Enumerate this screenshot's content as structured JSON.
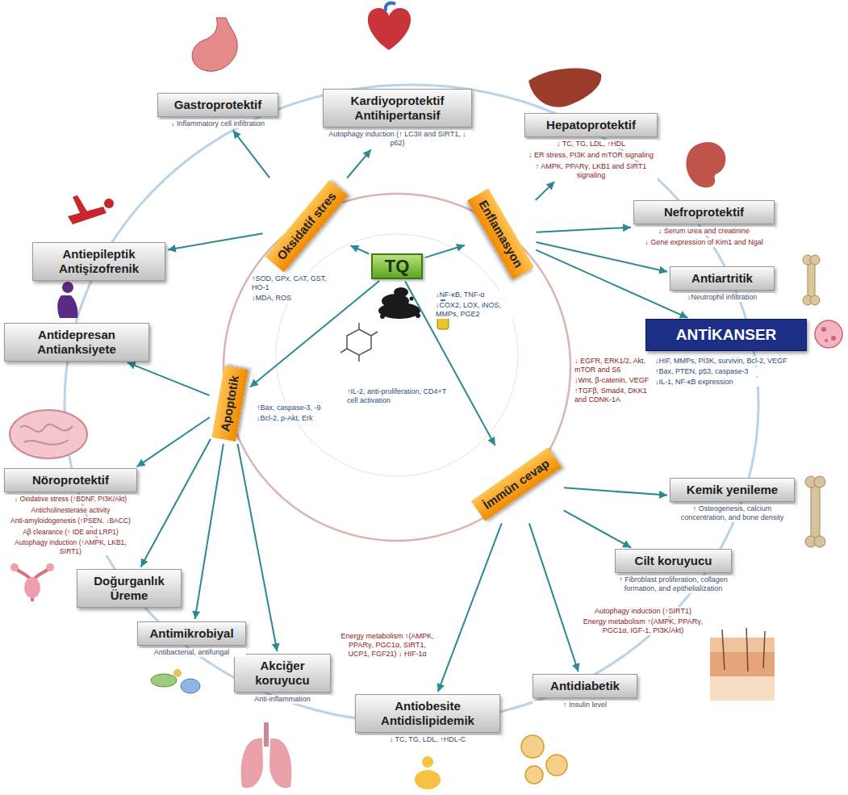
{
  "diagram": {
    "nodes": [
      {
        "text": [
          "TQ"
        ]
      },
      {
        "text": [
          "Oksidatif stres"
        ]
      },
      {
        "text": [
          "Enflamasyon"
        ]
      },
      {
        "text": [
          "Apoptotik"
        ]
      },
      {
        "text": [
          "İmmün cevap"
        ]
      },
      {
        "text": [
          "Gastroprotektif",
          "↓ Inflammatory cell infiltration"
        ]
      },
      {
        "text": [
          "Kardiyoprotektif Antihipertansif",
          "Autophagy induction (↑ LC3II and SIRT1, ↓ p62)"
        ]
      },
      {
        "text": [
          "Hepatoprotektif",
          "↓ TC, TG, LDL, ↑HDL",
          "↓ ER stress, PI3K and mTOR signaling",
          "↑ AMPK, PPARγ, LKB1 and SIRT1 signaling"
        ]
      },
      {
        "text": [
          "Nefroprotektif",
          "↓ Serum urea and creatinine",
          "↓ Gene expression of Kim1 and Ngal"
        ]
      },
      {
        "text": [
          "Antiartritik",
          "↓Neutrophil infiltration"
        ]
      },
      {
        "text": [
          "ANTİKANSER"
        ]
      },
      {
        "text": [
          "Kemik yenileme",
          "↑ Osteogenesis, calcium concentration, and bone density"
        ]
      },
      {
        "text": [
          "Cilt koruyucu",
          "↑ Fibroblast proliferation, collagen formation, and epithelialization"
        ]
      },
      {
        "text": [
          "Antidiabetik",
          "↑ Insulin level"
        ]
      },
      {
        "text": [
          "Antiobesite Antidislipidemik",
          "↓ TC, TG, LDL, ↑HDL-C"
        ]
      },
      {
        "text": [
          "Akciğer koruyucu",
          "Anti-inflammation"
        ]
      },
      {
        "text": [
          "Antimikrobiyal",
          "Antibacterial, antifungal"
        ]
      },
      {
        "text": [
          "Doğurganlık Üreme"
        ]
      },
      {
        "text": [
          "Nöroprotektif",
          "↓ Oxidative stress (↑BDNF, PI3K/Akt)",
          "Anticholinesterase activity",
          "Anti-amyloidogenesis (↑PSEN, ↓BACC)",
          "Aβ clearance (↑ IDE and LRP1)",
          "Autophagy induction (↑AMPK, LKB1, SIRT1)"
        ]
      },
      {
        "text": [
          "Antidepresan Antianksiyete"
        ]
      },
      {
        "text": [
          "Antiepileptik Antişizofrenik"
        ]
      }
    ],
    "edges": [
      {
        "from": 0,
        "to": 1,
        "arrow": "to"
      },
      {
        "from": 0,
        "to": 2,
        "arrow": "to"
      },
      {
        "from": 0,
        "to": 3,
        "arrow": "to"
      },
      {
        "from": 0,
        "to": 4,
        "arrow": "to"
      },
      {
        "from": 1,
        "to": 5,
        "arrow": "to"
      },
      {
        "from": 1,
        "to": 6,
        "arrow": "to"
      },
      {
        "from": 1,
        "to": 20,
        "arrow": "to"
      },
      {
        "from": 2,
        "to": 7,
        "arrow": "to"
      },
      {
        "from": 2,
        "to": 8,
        "arrow": "to"
      },
      {
        "from": 2,
        "to": 9,
        "arrow": "to"
      },
      {
        "from": 2,
        "to": 10,
        "arrow": "to"
      },
      {
        "from": 4,
        "to": 11,
        "arrow": "to"
      },
      {
        "from": 4,
        "to": 12,
        "arrow": "to"
      },
      {
        "from": 4,
        "to": 13,
        "arrow": "to"
      },
      {
        "from": 4,
        "to": 14,
        "arrow": "to"
      },
      {
        "from": 3,
        "to": 19,
        "arrow": "to"
      },
      {
        "from": 3,
        "to": 18,
        "arrow": "to"
      },
      {
        "from": 3,
        "to": 17,
        "arrow": "to"
      },
      {
        "from": 3,
        "to": 16,
        "arrow": "to"
      },
      {
        "from": 3,
        "to": 15,
        "arrow": "to"
      }
    ],
    "labels": [
      "↑SOD, GPx, CAT, GST, HO-1",
      "↓MDA, ROS",
      "↓NF-κB, TNF-α",
      "↓COX2, LOX, iNOS, MMPs, PGE2",
      "↑Bax, caspase-3, -9",
      "↓Bcl-2, p-Akt, Erk",
      "↑IL-2, anti-proliferation, CD4+T cell activation",
      "↓ EGFR, ERK1/2, Akt, mTOR and S6",
      "↓Wnt, β-catenin, VEGF",
      "↑TGFβ, Smad4, DKK1 and CDNK-1A",
      "↓HIF, MMPs, PI3K, survivin, Bcl-2, VEGF",
      "↑Bax, PTEN, p53, caspase-3",
      "↓IL-1, NF-κB expression",
      "Autophagy induction (↑SIRT1)",
      "Energy metabolism ↑(AMPK, PPARγ, PGC1α, IGF-1, PI3K/Akt)",
      "Energy metabolism ↑(AMPK, PPARγ, PGC1α, SIRT1, UCP1, FGF21) ↓ HIF-1α"
    ]
  }
}
